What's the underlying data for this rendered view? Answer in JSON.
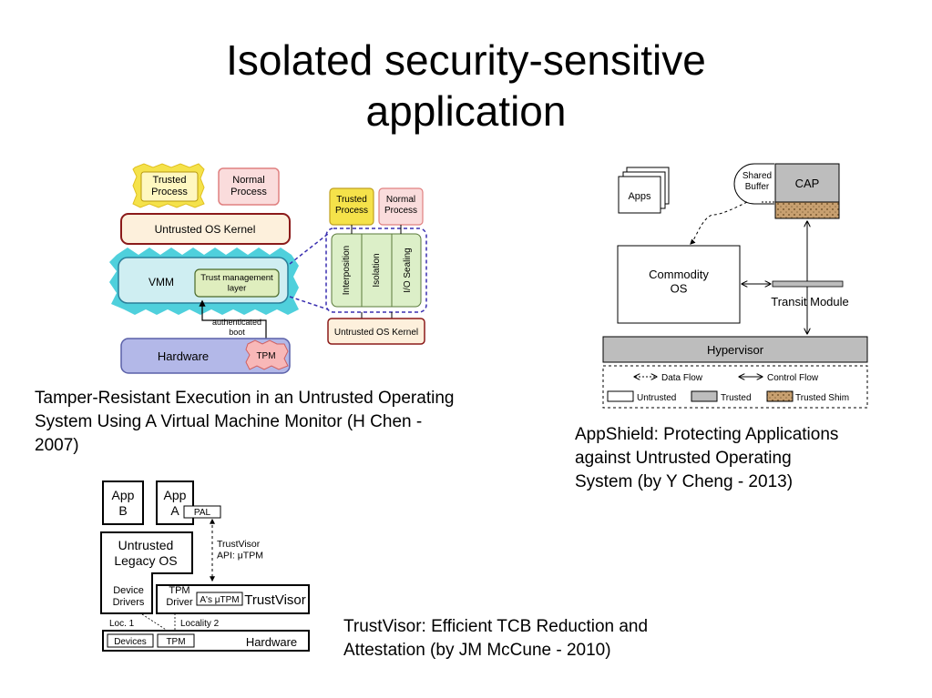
{
  "slide": {
    "title_line1": "Isolated security-sensitive",
    "title_line2": "application"
  },
  "captions": {
    "chen": "Tamper-Resistant Execution in an Untrusted Operating\nSystem Using A Virtual Machine Monitor (H Chen -\n 2007)",
    "cheng": "AppShield: Protecting Applications\nagainst Untrusted Operating\nSystem (by Y Cheng - 2013)",
    "mccune": "TrustVisor: Efficient TCB Reduction and\nAttestation (by JM McCune - 2010)"
  },
  "diagram_chen": {
    "trusted_process": "Trusted\nProcess",
    "normal_process": "Normal\nProcess",
    "untrusted_os_kernel": "Untrusted OS Kernel",
    "vmm": "VMM",
    "trust_mgmt_layer": "Trust management\nlayer",
    "authenticated_boot": "authenticated\nboot",
    "hardware": "Hardware",
    "tpm": "TPM",
    "zoom_trusted_process": "Trusted\nProcess",
    "zoom_normal_process": "Normal\nProcess",
    "interposition": "Interposition",
    "isolation": "Isolation",
    "io_sealing": "I/O Sealing",
    "zoom_untrusted_os_kernel": "Untrusted OS Kernel"
  },
  "diagram_cheng": {
    "apps": "Apps",
    "shared_buffer": "Shared\nBuffer",
    "cap": "CAP",
    "commodity_os": "Commodity\nOS",
    "transit_module": "Transit Module",
    "hypervisor": "Hypervisor",
    "legend_data_flow": "Data Flow",
    "legend_control_flow": "Control Flow",
    "legend_untrusted": "Untrusted",
    "legend_trusted": "Trusted",
    "legend_trusted_shim": "Trusted Shim"
  },
  "diagram_mccune": {
    "app_b": "App\nB",
    "app_a": "App\nA",
    "pal": "PAL",
    "trustvisor_api": "TrustVisor\nAPI: μTPM",
    "untrusted_legacy_os": "Untrusted\nLegacy OS",
    "device_drivers": "Device\nDrivers",
    "tpm_driver": "TPM\nDriver",
    "as_utpm": "A's μTPM",
    "trustvisor": "TrustVisor",
    "loc1": "Loc. 1",
    "locality2": "Locality 2",
    "devices": "Devices",
    "tpm": "TPM",
    "hardware": "Hardware"
  },
  "colors": {
    "trusted_yellow": "#f5e24a",
    "normal_pink": "#fadcdc",
    "os_kernel_fill": "#fdf0dc",
    "os_kernel_border": "#8b1a1a",
    "vmm_cyan": "#4fd0dc",
    "vmm_fill": "#cfeef2",
    "trust_layer_fill": "#dfeebe",
    "hardware_fill": "#b3b8e8",
    "tpm_fill": "#f8b8b8",
    "zoom_col_fill": "#dcefc8",
    "zoom_dash": "#3a2fb0",
    "hypervisor_gray": "#bdbdbd",
    "shim_brown": "#c8a070"
  }
}
